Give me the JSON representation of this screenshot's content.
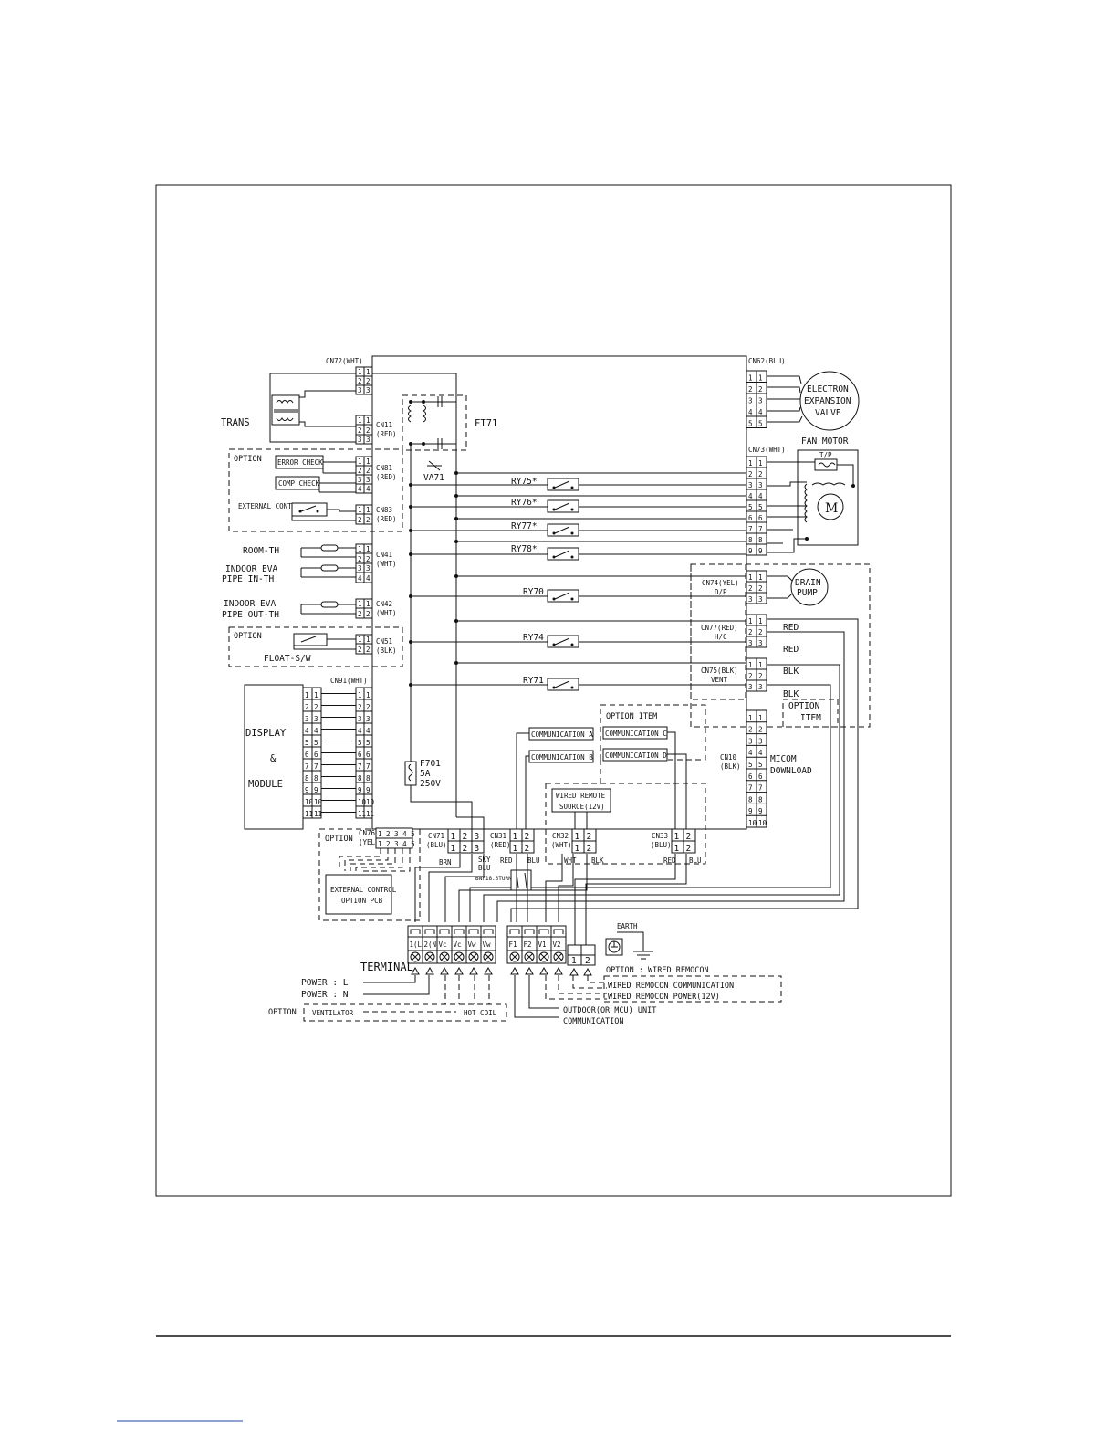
{
  "labels": {
    "trans": "TRANS",
    "ft71": "FT71",
    "va71": "VA71",
    "cn72": "CN72(WHT)",
    "cn62": "CN62(BLU)",
    "cn11a": "CN11",
    "cn11b": "(RED)",
    "cn81a": "CN81",
    "cn81b": "(RED)",
    "cn83a": "CN83",
    "cn83b": "(RED)",
    "cn41a": "CN41",
    "cn41b": "(WHT)",
    "cn42a": "CN42",
    "cn42b": "(WHT)",
    "cn51a": "CN51",
    "cn51b": "(BLK)",
    "cn91": "CN91(WHT)",
    "cn73": "CN73(WHT)",
    "cn74a": "CN74(YEL)",
    "cn74b": "D/P",
    "cn77a": "CN77(RED)",
    "cn77b": "H/C",
    "cn75a": "CN75(BLK)",
    "cn75b": "VENT",
    "cn10a": "CN10",
    "cn10b": "(BLK)",
    "cn76a": "CN76",
    "cn76b": "(YEL)",
    "cn71a": "CN71",
    "cn71b": "(BLU)",
    "cn31a": "CN31",
    "cn31b": "(RED)",
    "cn32a": "CN32",
    "cn32b": "(WHT)",
    "cn33a": "CN33",
    "cn33b": "(BLU)",
    "option": "OPTION",
    "error_check": "ERROR CHECK",
    "comp_check": "COMP CHECK",
    "external_control": "EXTERNAL CONTROL",
    "room_th": "ROOM-TH",
    "indoor_eva_1": "INDOOR EVA",
    "pipe_in": "PIPE IN-TH",
    "indoor_eva_2": "INDOOR EVA",
    "pipe_out": "PIPE OUT-TH",
    "float_sw": "FLOAT-S/W",
    "display": "DISPLAY",
    "amp": "&",
    "module": "MODULE",
    "ry75": "RY75*",
    "ry76": "RY76*",
    "ry77": "RY77*",
    "ry78": "RY78*",
    "ry70": "RY70",
    "ry74": "RY74",
    "ry71": "RY71",
    "electron_1": "ELECTRON",
    "electron_2": "EXPANSION",
    "electron_3": "VALVE",
    "fan_motor": "FAN MOTOR",
    "tp": "T/P",
    "motor_m": "M",
    "drain_1": "DRAIN",
    "drain_2": "PUMP",
    "red1": "RED",
    "red2": "RED",
    "blk1": "BLK",
    "blk2": "BLK",
    "option_item_r1": "OPTION",
    "option_item_r2": "ITEM",
    "micom_1": "MICOM",
    "micom_2": "DOWNLOAD",
    "option_item": "OPTION ITEM",
    "comm_a": "COMMUNICATION A",
    "comm_b": "COMMUNICATION B",
    "comm_c": "COMMUNICATION C",
    "comm_d": "COMMUNICATION D",
    "wired_remote_1": "WIRED REMOTE",
    "wired_remote_2": "SOURCE(12V)",
    "f701_1": "F701",
    "f701_2": "5A",
    "f701_3": "250V",
    "brn": "BRN",
    "sky": "SKY",
    "blu": "BLU",
    "red_w": "RED",
    "blu_w": "BLU",
    "wht_w": "WHT",
    "blk_w": "BLK",
    "red_w2": "RED",
    "blu_w2": "BLU",
    "bnf": "BNF18.3TURN",
    "ext_pcb_1": "EXTERNAL CONTROL",
    "ext_pcb_2": "OPTION PCB",
    "option_76": "OPTION",
    "earth": "EARTH",
    "terminal": "TERMINAL",
    "power_l": "POWER : L",
    "power_n": "POWER : N",
    "option_bottom": "OPTION",
    "ventilator": "VENTILATOR",
    "hot_coil": "HOT COIL",
    "option_wired": "OPTION : WIRED REMOCON",
    "wired_comm": "WIRED REMOCON COMMUNICATION",
    "wired_power": "WIRED REMOCON POWER(12V)",
    "outdoor_1": "OUTDOOR(OR MCU) UNIT",
    "outdoor_2": "COMMUNICATION",
    "tb_labels": [
      "1(L)",
      "2(N)",
      "Vc",
      "Vc",
      "Vw",
      "Vw"
    ],
    "tb2_labels": [
      "F1",
      "F2",
      "V1",
      "V2"
    ],
    "tb3_labels": [
      "1",
      "2"
    ]
  }
}
